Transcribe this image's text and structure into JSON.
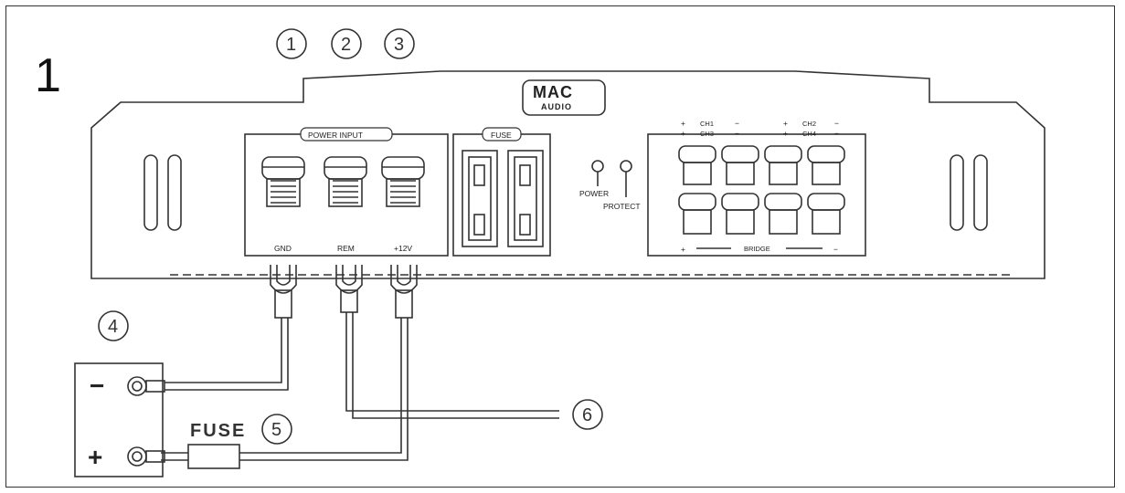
{
  "figure_number": "1",
  "callouts": [
    "1",
    "2",
    "3",
    "4",
    "5",
    "6"
  ],
  "brand": {
    "line1": "MAC",
    "line2": "AUDIO"
  },
  "power_input": {
    "title": "POWER INPUT",
    "terminals": [
      "GND",
      "REM",
      "+12V"
    ]
  },
  "fuse_block": {
    "title": "FUSE"
  },
  "leds": {
    "power": "POWER",
    "protect": "PROTECT"
  },
  "speaker_terminals": {
    "row1": {
      "plus": "+",
      "ch_a": "CH1",
      "minus": "−",
      "plus2": "+",
      "ch_b": "CH2",
      "minus2": "−"
    },
    "row2": {
      "plus": "+",
      "ch_a": "CH3",
      "minus": "−",
      "plus2": "+",
      "ch_b": "CH4",
      "minus2": "−"
    },
    "bridge": {
      "plus": "+",
      "label": "BRIDGE",
      "minus": "−"
    }
  },
  "battery": {
    "minus": "−",
    "plus": "+"
  },
  "inline_fuse": {
    "label": "FUSE"
  },
  "colors": {
    "line": "#333333",
    "background": "#ffffff"
  }
}
